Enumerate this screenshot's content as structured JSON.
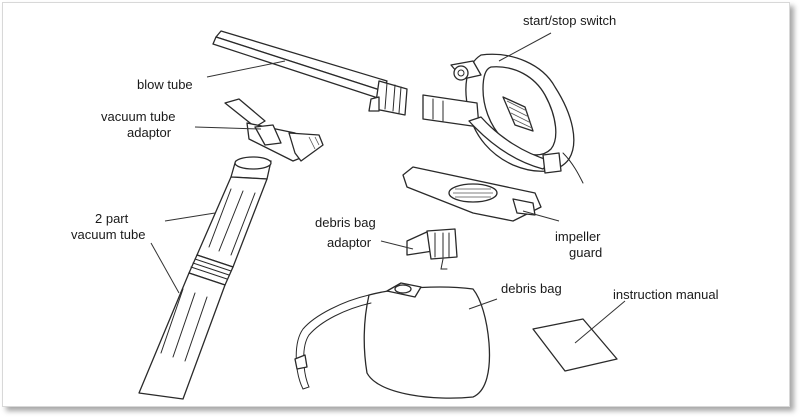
{
  "labels": {
    "start_stop_switch": "start/stop switch",
    "blow_tube": "blow tube",
    "vacuum_tube_adaptor_l1": "vacuum tube",
    "vacuum_tube_adaptor_l2": "adaptor",
    "two_part_vacuum_tube_l1": "2 part",
    "two_part_vacuum_tube_l2": "vacuum tube",
    "debris_bag_adaptor_l1": "debris bag",
    "debris_bag_adaptor_l2": "adaptor",
    "impeller_guard_l1": "impeller",
    "impeller_guard_l2": "guard",
    "debris_bag": "debris bag",
    "instruction_manual": "instruction manual"
  }
}
